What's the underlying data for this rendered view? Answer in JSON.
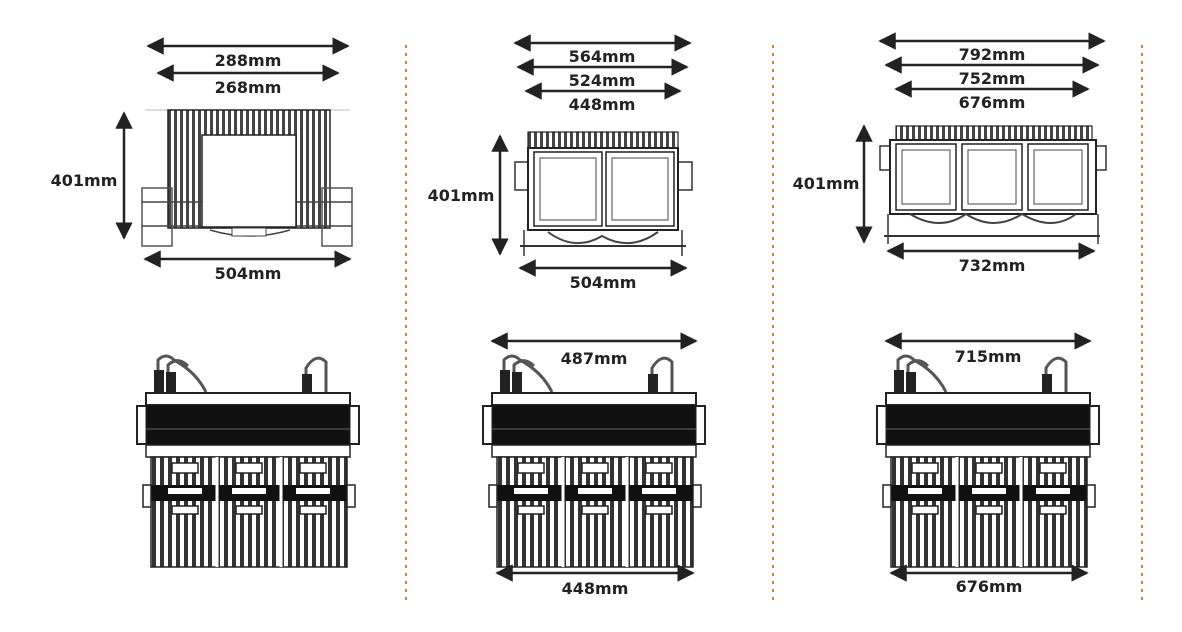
{
  "colors": {
    "line": "#222222",
    "body": "#111111",
    "fin": "#333333",
    "separator": "#e07b39",
    "face": "#ffffff"
  },
  "icons": [
    "double-arrow-icon",
    "led-fixture-icon",
    "heatsink-fin-icon",
    "cable-loop-icon"
  ],
  "front_views": [
    {
      "id": "single",
      "modules": 1,
      "dims": {
        "top": [
          "288mm",
          "268mm"
        ],
        "height": "401mm",
        "bottom": "504mm"
      }
    },
    {
      "id": "double",
      "modules": 2,
      "dims": {
        "top": [
          "564mm",
          "524mm",
          "448mm"
        ],
        "height": "401mm",
        "bottom": "504mm"
      }
    },
    {
      "id": "triple",
      "modules": 3,
      "dims": {
        "top": [
          "792mm",
          "752mm",
          "676mm"
        ],
        "height": "401mm",
        "bottom": "732mm"
      }
    }
  ],
  "side_views": [
    {
      "id": "single",
      "dims": {}
    },
    {
      "id": "double",
      "dims": {
        "top": "487mm",
        "bottom": "448mm"
      }
    },
    {
      "id": "triple",
      "dims": {
        "top": "715mm",
        "bottom": "676mm"
      }
    }
  ]
}
